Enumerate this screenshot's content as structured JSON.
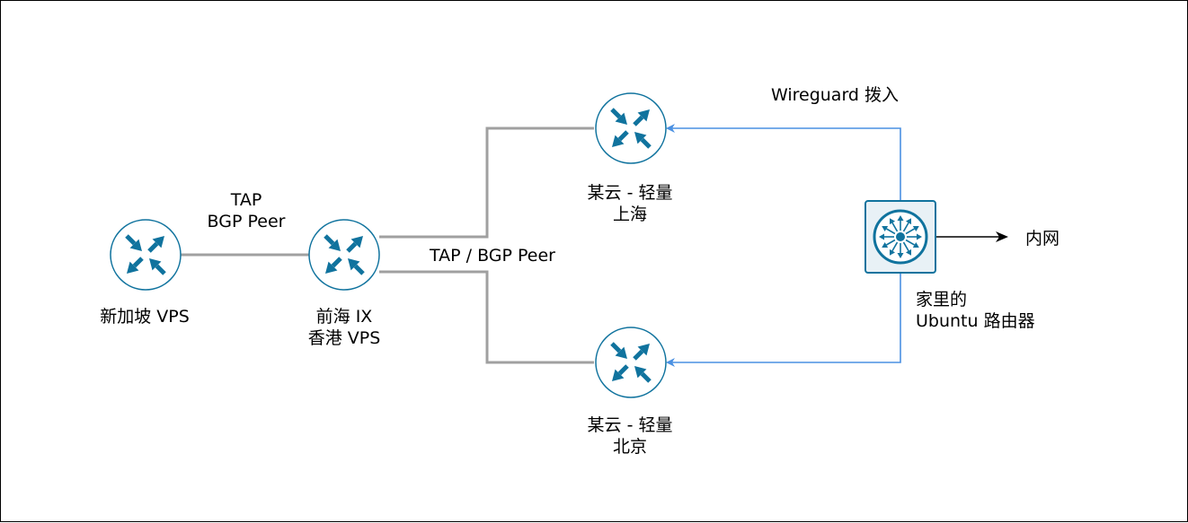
{
  "colors": {
    "border": "#000000",
    "trunk_line": "#a0a0a0",
    "tunnel_line": "#4a90e2",
    "router_fill": "#ffffff",
    "router_stroke": "#10739e",
    "router_arrow": "#10739e",
    "switch_fill": "#e8f1f6",
    "switch_stroke": "#10739e",
    "text": "#000000"
  },
  "nodes": {
    "singapore": {
      "icon": "router-icon",
      "line1": "新加坡 VPS"
    },
    "qianhai": {
      "icon": "router-icon",
      "line1": "前海 IX",
      "line2": "香港 VPS"
    },
    "shanghai": {
      "icon": "router-icon",
      "line1": "某云 - 轻量",
      "line2": "上海"
    },
    "beijing": {
      "icon": "router-icon",
      "line1": "某云 - 轻量",
      "line2": "北京"
    },
    "home": {
      "icon": "hub-router-icon",
      "line1": "家里的",
      "line2": "Ubuntu 路由器"
    }
  },
  "links": {
    "sg_hk": {
      "line1": "TAP",
      "line2": "BGP Peer"
    },
    "hk_cloud": {
      "label": "TAP / BGP Peer"
    },
    "wireguard": {
      "label": "Wireguard 拨入"
    },
    "lan": {
      "label": "内网"
    }
  }
}
